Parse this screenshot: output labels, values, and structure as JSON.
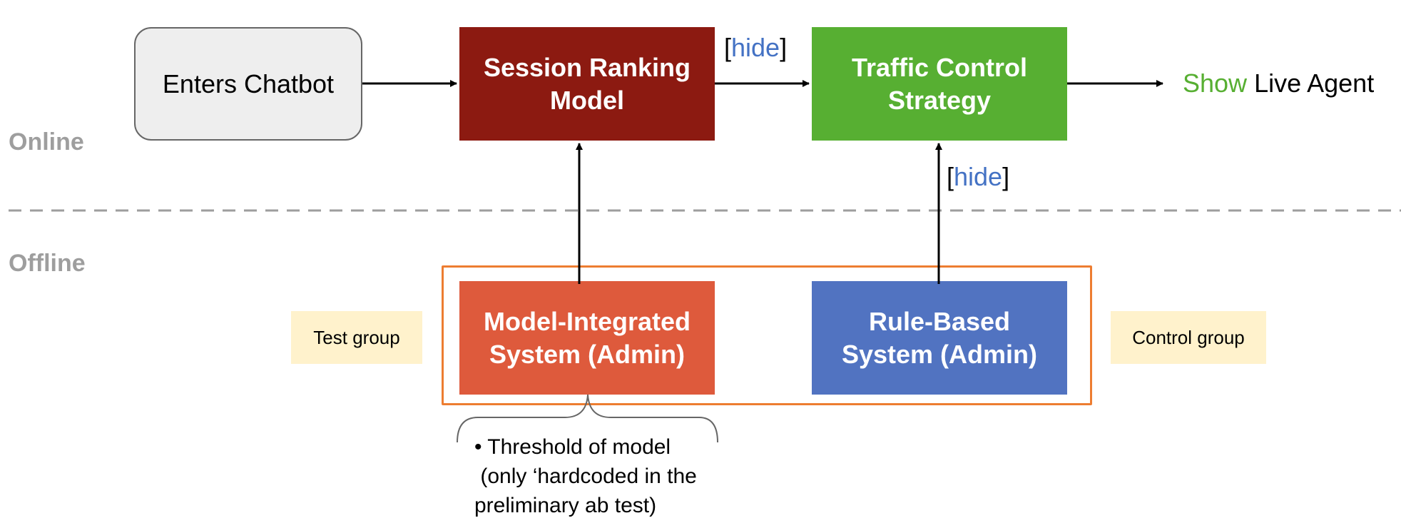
{
  "sections": {
    "online": "Online",
    "offline": "Offline"
  },
  "nodes": {
    "enters_chatbot": "Enters Chatbot",
    "session_ranking": [
      "Session Ranking",
      "Model"
    ],
    "traffic_control": [
      "Traffic Control",
      "Strategy"
    ],
    "model_integrated": [
      "Model-Integrated",
      "System (Admin)"
    ],
    "rule_based": [
      "Rule-Based",
      "System (Admin)"
    ]
  },
  "groups": {
    "test": "Test group",
    "control": "Control group"
  },
  "edge_labels": {
    "hide_open": "[",
    "hide_word": "hide",
    "hide_close": "]"
  },
  "outcome": {
    "show": "Show",
    "rest": " Live Agent"
  },
  "note": {
    "line1": "• Threshold of model",
    "line2": " (only ‘hardcoded in the",
    "line3": "preliminary ab test)"
  },
  "colors": {
    "session_ranking": "#8c1a11",
    "traffic_control": "#57af32",
    "model_integrated": "#de5a3c",
    "rule_based": "#5173c1",
    "offline_frame": "#ed7d31",
    "group_tag": "#fff2cc",
    "hide_text": "#4472c4",
    "show_text": "#57af32",
    "section_label": "#9e9e9e"
  }
}
